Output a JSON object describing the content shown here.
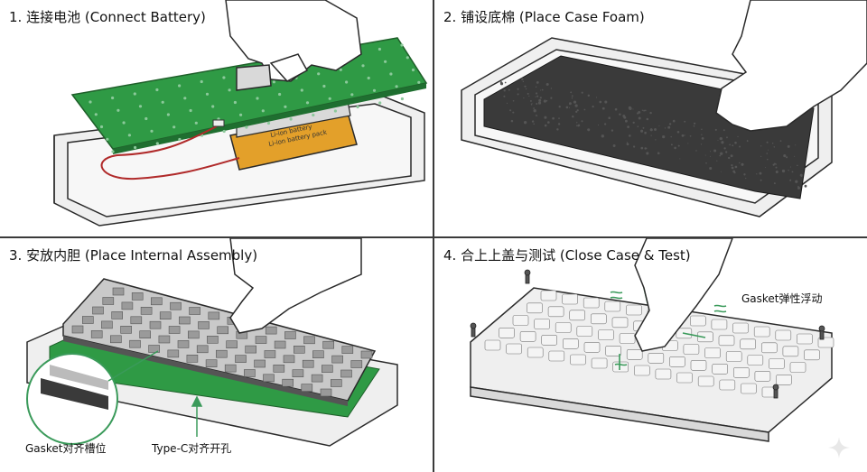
{
  "panels": [
    {
      "title": "1. 连接电池 (Connect Battery)",
      "battery_label_line1": "Li-ion battery",
      "battery_label_line2": "Li-ion battery pack"
    },
    {
      "title": "2. 铺设底棉 (Place Case Foam)"
    },
    {
      "title": "3. 安放内胆 (Place Internal Assembly)",
      "callout_gasket": "Gasket对齐槽位",
      "callout_typec": "Type-C对齐开孔"
    },
    {
      "title": "4. 合上上盖与测试 (Close Case & Test)",
      "callout_gasket": "Gasket弹性浮动"
    }
  ],
  "colors": {
    "pcb": "#2f9a45",
    "pcb_dark": "#1f6f30",
    "battery": "#e3a02a",
    "foam": "#3a3a3a",
    "accent_green": "#3a9a5a",
    "case": "#ededed",
    "outline": "#2a2a2a"
  }
}
